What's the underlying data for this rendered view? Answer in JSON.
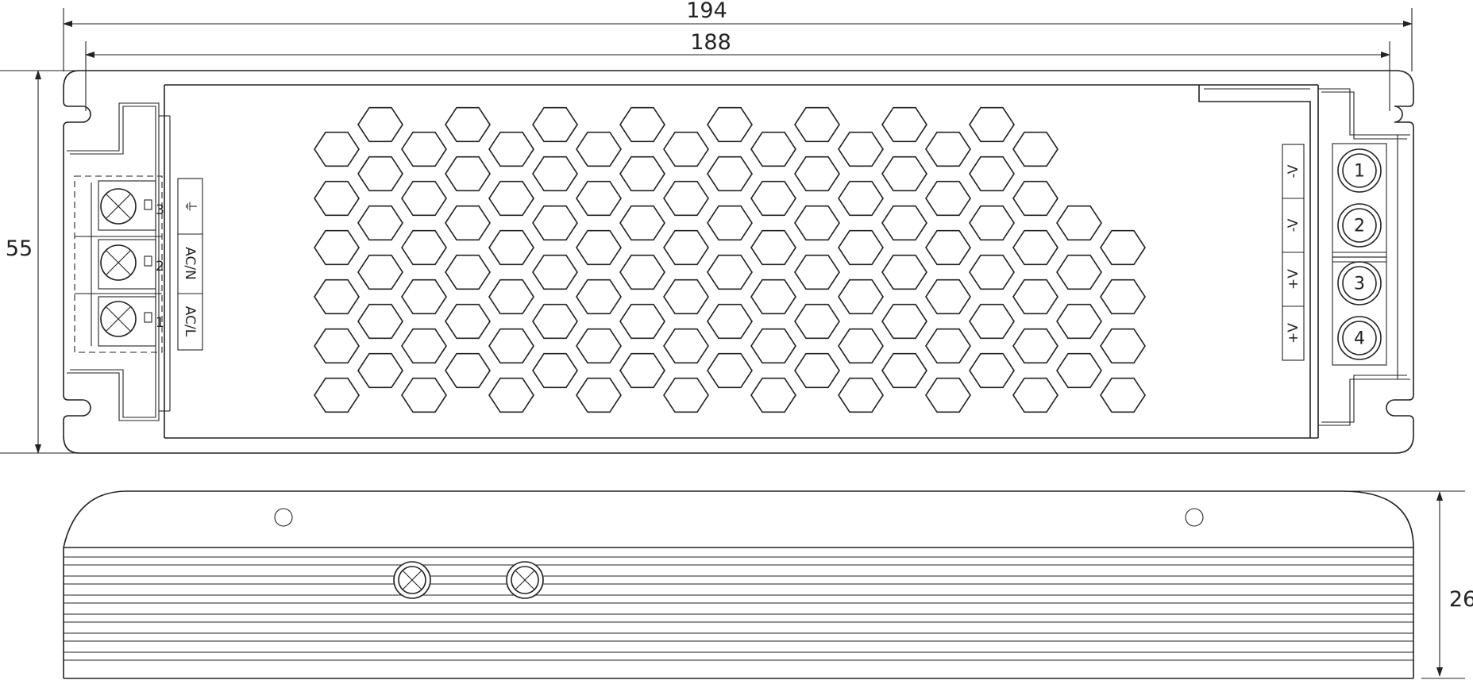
{
  "dimensions": {
    "outer_length": "194",
    "inner_length": "188",
    "width": "55",
    "height": "26"
  },
  "input_terminals": {
    "labels": [
      "⏚",
      "AC/N",
      "AC/L"
    ],
    "pin_numbers": [
      "3",
      "2",
      "1"
    ]
  },
  "output_terminals": {
    "labels": [
      "-V",
      "-V",
      "+V",
      "+V"
    ],
    "pin_numbers": [
      "1",
      "2",
      "3",
      "4"
    ]
  },
  "colors": {
    "line": "#222222",
    "background": "#ffffff"
  }
}
